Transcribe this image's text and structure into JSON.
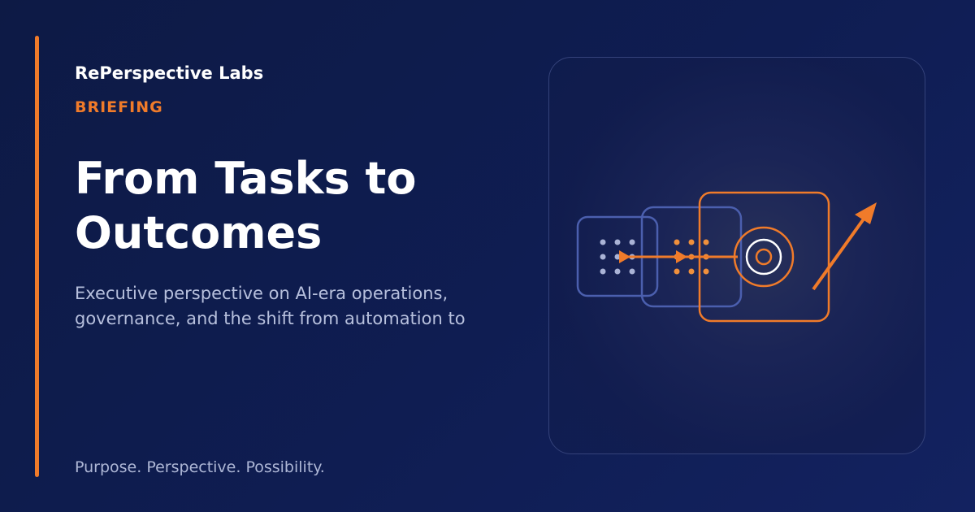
{
  "brand": "RePerspective Labs",
  "label": "BRIEFING",
  "title": "From Tasks to Outcomes",
  "subtitle": "Executive perspective on AI-era operations, governance, and the shift from automation to",
  "tagline": "Purpose. Perspective. Possibility.",
  "colors": {
    "accent": "#f07b2a",
    "background": "#0f1d52",
    "frame_blue": "#4b5fae",
    "dot_light": "#aab3d6"
  },
  "illustration": {
    "icons": [
      "dot-grid-frame-icon",
      "dot-grid-frame-icon",
      "target-frame-icon",
      "growth-arrow-icon"
    ]
  }
}
